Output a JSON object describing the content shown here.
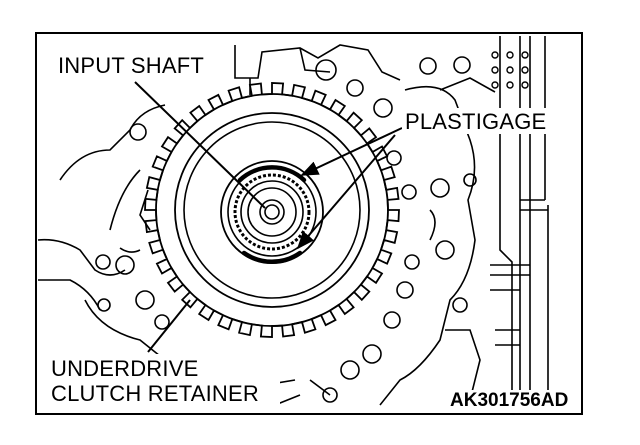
{
  "figure": {
    "labels": {
      "input_shaft": "INPUT SHAFT",
      "plastigage": "PLASTIGAGE",
      "underdrive_line1": "UNDERDRIVE",
      "underdrive_line2": "CLUTCH RETAINER"
    },
    "figure_code": "AK301756AD",
    "colors": {
      "ink": "#000000",
      "background": "#ffffff"
    }
  }
}
